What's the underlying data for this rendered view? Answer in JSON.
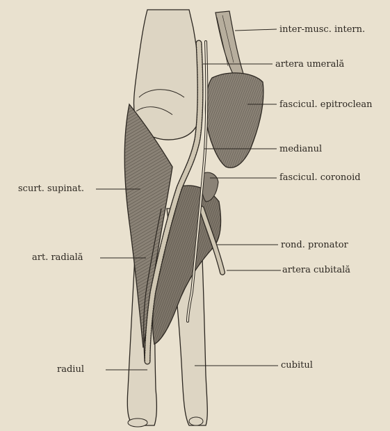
{
  "labels": {
    "inter_musc_intern": "inter-musc. intern.",
    "artera_umerala": "artera umerală",
    "fascicul_epitroclean": "fascicul. epitroclean",
    "medianul": "medianul",
    "fascicul_coronoid": "fascicul. coronoid",
    "scurt_supinat": "scurt. supinat.",
    "rond_pronator": "rond. pronator",
    "art_radiala": "art. radială",
    "artera_cubitala": "artera cubitală",
    "radiul": "radiul",
    "cubitul": "cubitul"
  },
  "colors": {
    "paper": "#e9e1cf",
    "ink": "#2b2620",
    "muscle": "#8a8276",
    "bone": "#ddd5c3"
  }
}
